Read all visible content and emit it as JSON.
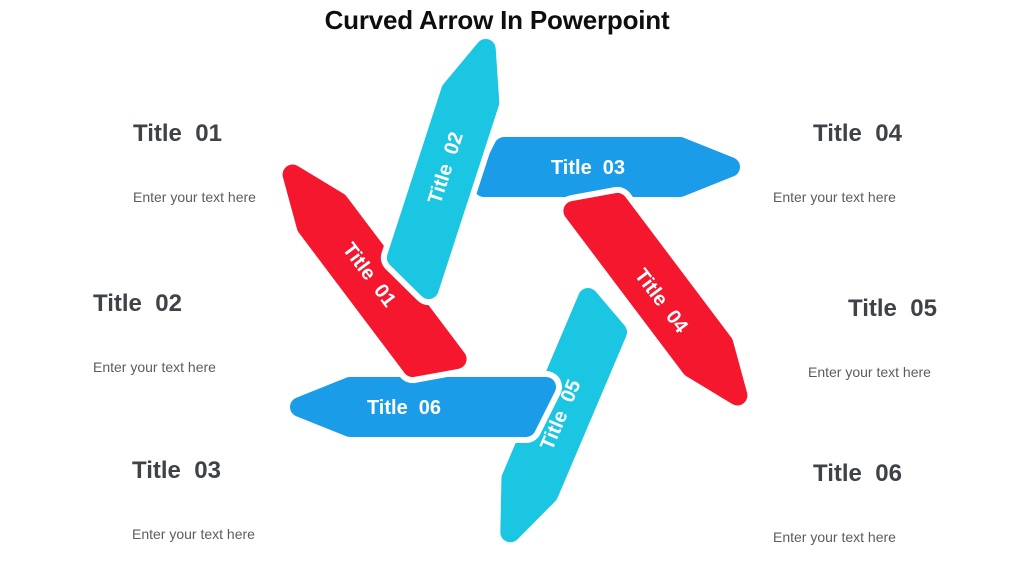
{
  "slide": {
    "title": "Curved Arrow In Powerpoint"
  },
  "colors": {
    "red": "#F4172D",
    "cyan": "#1AC6E2",
    "blue": "#1B9CE8",
    "title_text": "#0E0E10",
    "heading_text": "#3F4247",
    "subtitle_text": "#5A5D60",
    "arrow_text": "#FFFFFF"
  },
  "arrows": [
    {
      "id": "01",
      "label": "Title  01",
      "color": "red"
    },
    {
      "id": "02",
      "label": "Title  02",
      "color": "cyan"
    },
    {
      "id": "03",
      "label": "Title  03",
      "color": "blue"
    },
    {
      "id": "04",
      "label": "Title  04",
      "color": "red"
    },
    {
      "id": "05",
      "label": "Title  05",
      "color": "cyan"
    },
    {
      "id": "06",
      "label": "Title  06",
      "color": "blue"
    }
  ],
  "side_labels": [
    {
      "position": "left-top",
      "title": "Title  01",
      "subtitle": "Enter your text here"
    },
    {
      "position": "left-middle",
      "title": "Title  02",
      "subtitle": "Enter your text here"
    },
    {
      "position": "left-bottom",
      "title": "Title  03",
      "subtitle": "Enter your text here"
    },
    {
      "position": "right-top",
      "title": "Title  04",
      "subtitle": "Enter your text here"
    },
    {
      "position": "right-middle",
      "title": "Title  05",
      "subtitle": "Enter your text here"
    },
    {
      "position": "right-bottom",
      "title": "Title  06",
      "subtitle": "Enter your text here"
    }
  ]
}
